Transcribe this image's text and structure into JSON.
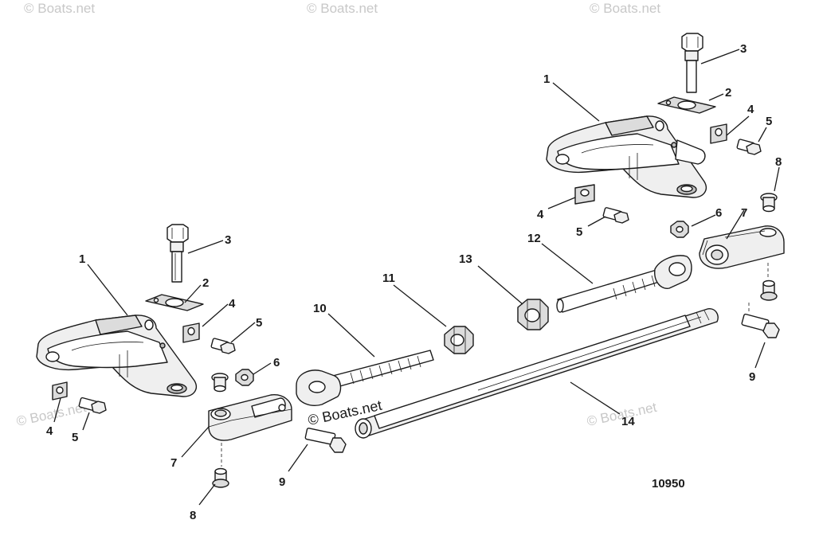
{
  "watermark": {
    "text": "© Boats.net",
    "copyright_text": "© Boats.net"
  },
  "figure_number": "10950",
  "callouts": {
    "c1a": "1",
    "c2a": "2",
    "c3a": "3",
    "c4a": "4",
    "c4b": "4",
    "c5a": "5",
    "c5b": "5",
    "c6a": "6",
    "c7a": "7",
    "c8a": "8",
    "c9a": "9",
    "c1b": "1",
    "c2b": "2",
    "c3b": "3",
    "c4c": "4",
    "c4d": "4",
    "c5c": "5",
    "c5d": "5",
    "c6b": "6",
    "c7b": "7",
    "c8b": "8",
    "c9b": "9",
    "c10": "10",
    "c11": "11",
    "c12": "12",
    "c13": "13",
    "c14": "14"
  },
  "colors": {
    "line": "#1a1a1a",
    "shade_light": "#efefef",
    "shade_mid": "#dcdcdc",
    "shade_dark": "#bdbdbd",
    "watermark": "#c8c8c8"
  }
}
